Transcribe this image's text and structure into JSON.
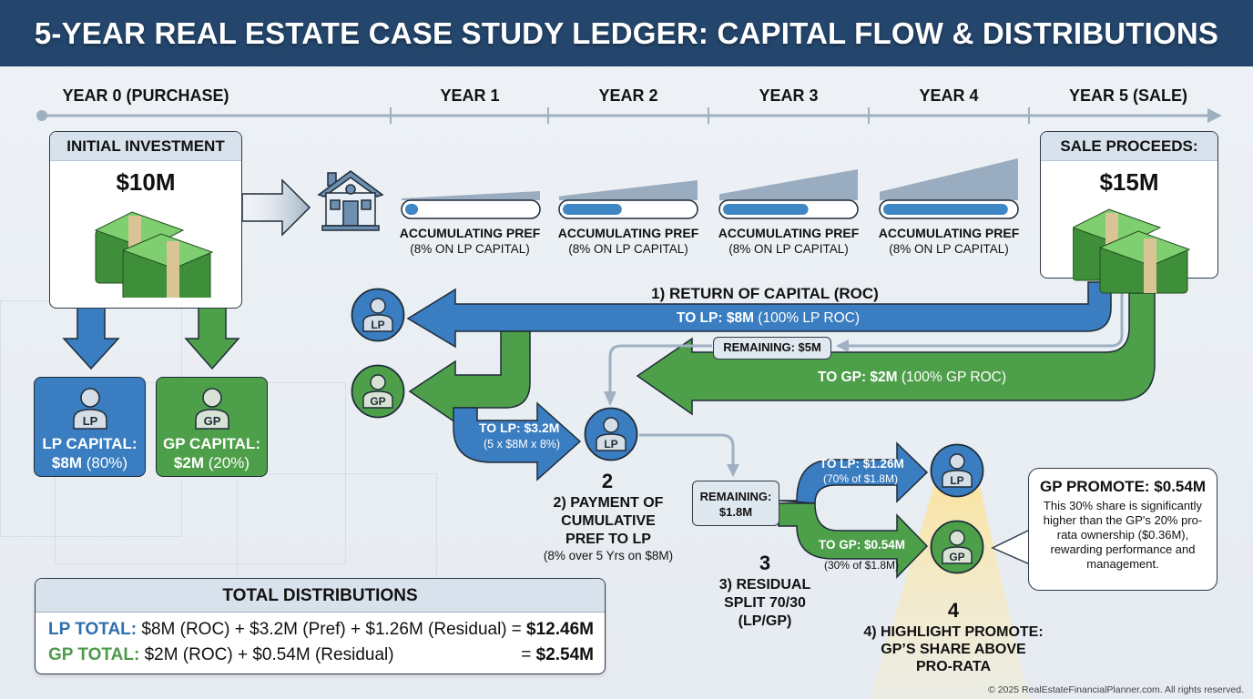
{
  "header": {
    "title": "5-YEAR REAL ESTATE CASE STUDY LEDGER: CAPITAL FLOW & DISTRIBUTIONS"
  },
  "timeline": {
    "labels": [
      "YEAR 0 (PURCHASE)",
      "YEAR 1",
      "YEAR 2",
      "YEAR 3",
      "YEAR 4",
      "YEAR 5 (SALE)"
    ]
  },
  "initial_investment": {
    "title": "INITIAL INVESTMENT",
    "value": "$10M",
    "icon": "cash-stack-icon"
  },
  "property": {
    "icon": "house-icon"
  },
  "capital": {
    "lp": {
      "badge": "LP",
      "title": "LP CAPITAL:",
      "amount": "$8M",
      "pct": "(80%)"
    },
    "gp": {
      "badge": "GP",
      "title": "GP CAPITAL:",
      "amount": "$2M",
      "pct": "(20%)"
    }
  },
  "pref_accrual": {
    "items": [
      {
        "title": "ACCUMULATING PREF",
        "subtitle": "(8% ON LP CAPITAL)",
        "progress": 0.05
      },
      {
        "title": "ACCUMULATING PREF",
        "subtitle": "(8% ON LP CAPITAL)",
        "progress": 0.45
      },
      {
        "title": "ACCUMULATING PREF",
        "subtitle": "(8% ON LP CAPITAL)",
        "progress": 0.65
      },
      {
        "title": "ACCUMULATING PREF",
        "subtitle": "(8% ON LP CAPITAL)",
        "progress": 0.95
      }
    ]
  },
  "sale": {
    "title": "SALE PROCEEDS:",
    "value": "$15M",
    "icon": "cash-stack-icon"
  },
  "step1": {
    "title": "1) RETURN OF CAPITAL (ROC)",
    "to_lp_bold": "TO LP: $8M",
    "to_lp_note": "(100% LP ROC)",
    "remaining": "REMAINING: $5M",
    "to_gp_bold": "TO GP: $2M",
    "to_gp_note": "(100% GP ROC)",
    "lp_badge": "LP",
    "gp_badge": "GP"
  },
  "step2": {
    "number": "2",
    "flow_bold": "TO LP: $3.2M",
    "flow_note": "(5 x $8M x 8%)",
    "lp_badge": "LP",
    "title_lines": [
      "2) PAYMENT OF",
      "CUMULATIVE",
      "PREF TO LP"
    ],
    "note": "(8% over 5 Yrs on $8M)"
  },
  "step3": {
    "number": "3",
    "remaining_label": "REMAINING:",
    "remaining_value": "$1.8M",
    "to_lp_bold": "TO LP: $1.26M",
    "to_lp_note": "(70% of $1.8M)",
    "to_gp_bold": "TO GP: $0.54M",
    "to_gp_note": "(30% of $1.8M)",
    "lp_badge": "LP",
    "gp_badge": "GP",
    "title_lines": [
      "3) RESIDUAL",
      "SPLIT 70/30",
      "(LP/GP)"
    ]
  },
  "step4": {
    "number": "4",
    "title_lines": [
      "4) HIGHLIGHT PROMOTE:",
      "GP’S SHARE ABOVE",
      "PRO-RATA"
    ]
  },
  "callout": {
    "title": "GP PROMOTE: $0.54M",
    "body": "This 30% share is significantly higher than the GP's 20% pro-rata ownership ($0.36M), rewarding performance and management."
  },
  "totals": {
    "title": "TOTAL DISTRIBUTIONS",
    "lp": {
      "label": "LP TOTAL:",
      "formula": "$8M (ROC) + $3.2M (Pref) + $1.26M (Residual)",
      "eq": "=",
      "total": "$12.46M"
    },
    "gp": {
      "label": "GP TOTAL:",
      "formula": "$2M (ROC) + $0.54M (Residual)",
      "eq": "=",
      "total": "$2.54M"
    }
  },
  "colors": {
    "header": "#24466c",
    "lp_blue": "#3a7dc0",
    "gp_green": "#4e9f4a",
    "lp_text": "#2f6fae",
    "gp_text": "#4e9a4a",
    "neutral_gray": "#9aacbf",
    "highlight_yellow": "#fbe9a6"
  },
  "footer": {
    "copyright": "© 2025 RealEstateFinancialPlanner.com. All rights reserved."
  }
}
